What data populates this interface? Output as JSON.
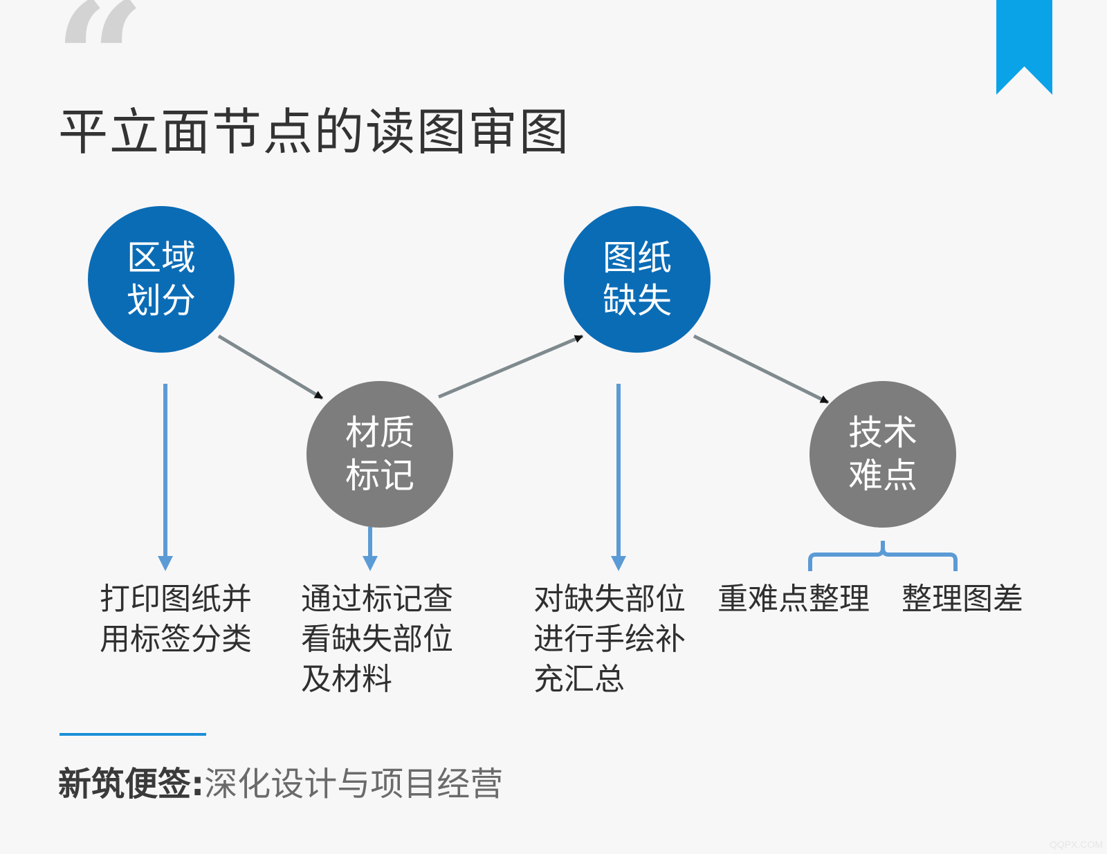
{
  "page": {
    "title": "平立面节点的读图审图",
    "quote_glyph": "“",
    "watermark": "QQPX.COM"
  },
  "colors": {
    "accent_blue": "#0b6cb6",
    "node_gray": "#7d7d7d",
    "arrow_blue": "#5b9bd5",
    "arrow_gray": "#7f8a8e",
    "bookmark": "#0aa3e8"
  },
  "nodes": [
    {
      "id": "region",
      "lines": [
        "区域",
        "划分"
      ],
      "color": "blue"
    },
    {
      "id": "material",
      "lines": [
        "材质",
        "标记"
      ],
      "color": "gray"
    },
    {
      "id": "missing",
      "lines": [
        "图纸",
        "缺失"
      ],
      "color": "blue"
    },
    {
      "id": "tech",
      "lines": [
        "技术",
        "难点"
      ],
      "color": "gray"
    }
  ],
  "descriptions": {
    "region": [
      "打印图纸并",
      "用标签分类"
    ],
    "material": [
      "通过标记查",
      "看缺失部位",
      "及材料"
    ],
    "missing": [
      "对缺失部位",
      "进行手绘补",
      "充汇总"
    ],
    "tech_left": [
      "重难点整理"
    ],
    "tech_right": [
      "整理图差"
    ]
  },
  "footer": {
    "brand": "新筑便签:",
    "subtitle": "深化设计与项目经营"
  }
}
